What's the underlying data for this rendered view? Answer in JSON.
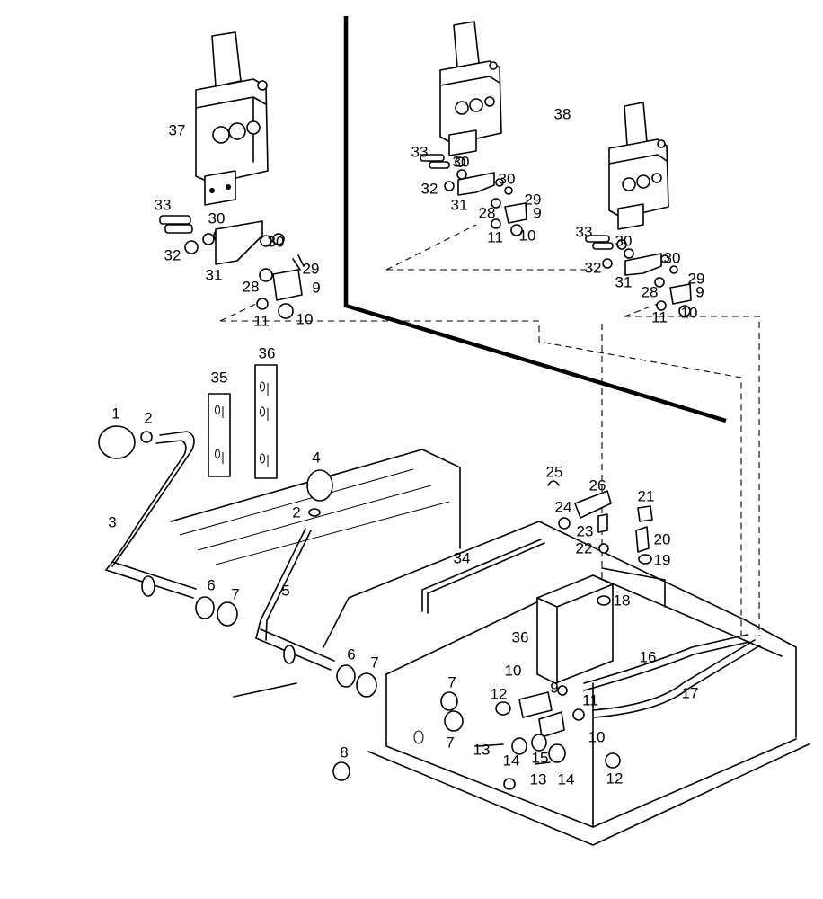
{
  "labels": [
    {
      "text": "1"
    },
    {
      "text": "2"
    },
    {
      "text": "3"
    },
    {
      "text": "4"
    },
    {
      "text": "2"
    },
    {
      "text": "5"
    },
    {
      "text": "6"
    },
    {
      "text": "7"
    },
    {
      "text": "6"
    },
    {
      "text": "7"
    },
    {
      "text": "7"
    },
    {
      "text": "7"
    },
    {
      "text": "8"
    },
    {
      "text": "9"
    },
    {
      "text": "10"
    },
    {
      "text": "10"
    },
    {
      "text": "11"
    },
    {
      "text": "12"
    },
    {
      "text": "12"
    },
    {
      "text": "13"
    },
    {
      "text": "13"
    },
    {
      "text": "14"
    },
    {
      "text": "14"
    },
    {
      "text": "15"
    },
    {
      "text": "16"
    },
    {
      "text": "17"
    },
    {
      "text": "18"
    },
    {
      "text": "19"
    },
    {
      "text": "20"
    },
    {
      "text": "21"
    },
    {
      "text": "22"
    },
    {
      "text": "23"
    },
    {
      "text": "24"
    },
    {
      "text": "25"
    },
    {
      "text": "26"
    },
    {
      "text": "34"
    },
    {
      "text": "35"
    },
    {
      "text": "36"
    },
    {
      "text": "36"
    },
    {
      "text": "37"
    },
    {
      "text": "33"
    },
    {
      "text": "30"
    },
    {
      "text": "32"
    },
    {
      "text": "30"
    },
    {
      "text": "31"
    },
    {
      "text": "29"
    },
    {
      "text": "28"
    },
    {
      "text": "9"
    },
    {
      "text": "11"
    },
    {
      "text": "10"
    },
    {
      "text": "38"
    },
    {
      "text": "33"
    },
    {
      "text": "30"
    },
    {
      "text": "32"
    },
    {
      "text": "30"
    },
    {
      "text": "31"
    },
    {
      "text": "29"
    },
    {
      "text": "28"
    },
    {
      "text": "9"
    },
    {
      "text": "11"
    },
    {
      "text": "10"
    },
    {
      "text": "33"
    },
    {
      "text": "30"
    },
    {
      "text": "32"
    },
    {
      "text": "30"
    },
    {
      "text": "31"
    },
    {
      "text": "29"
    },
    {
      "text": "28"
    },
    {
      "text": "9"
    },
    {
      "text": "11"
    },
    {
      "text": "10"
    }
  ],
  "icons": {
    "valve": "control-valve-icon",
    "knob": "lever-knob-icon",
    "lever": "control-lever-icon",
    "decal": "decal-plate-icon",
    "tank": "hydraulic-tank-icon"
  }
}
